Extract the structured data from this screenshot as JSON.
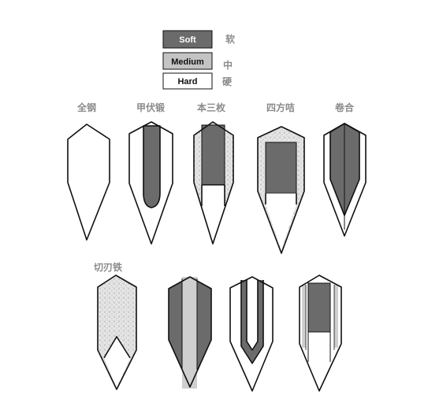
{
  "colors": {
    "soft": "#6b6b6b",
    "medium": "#c4c4c4",
    "hard": "#ffffff",
    "outline": "#111111",
    "label": "#8a8a8a",
    "speckle": "#d8d8d8"
  },
  "legend": [
    {
      "key": "soft",
      "label": "Soft",
      "cn": "软"
    },
    {
      "key": "medium",
      "label": "Medium",
      "cn": "中"
    },
    {
      "key": "hard",
      "label": "Hard",
      "cn": "硬"
    }
  ],
  "row1_labels": [
    "全钢",
    "甲伏锻",
    "本三枚",
    "四方咭",
    "卷合"
  ],
  "row2_labels": [
    "切刃铁"
  ]
}
